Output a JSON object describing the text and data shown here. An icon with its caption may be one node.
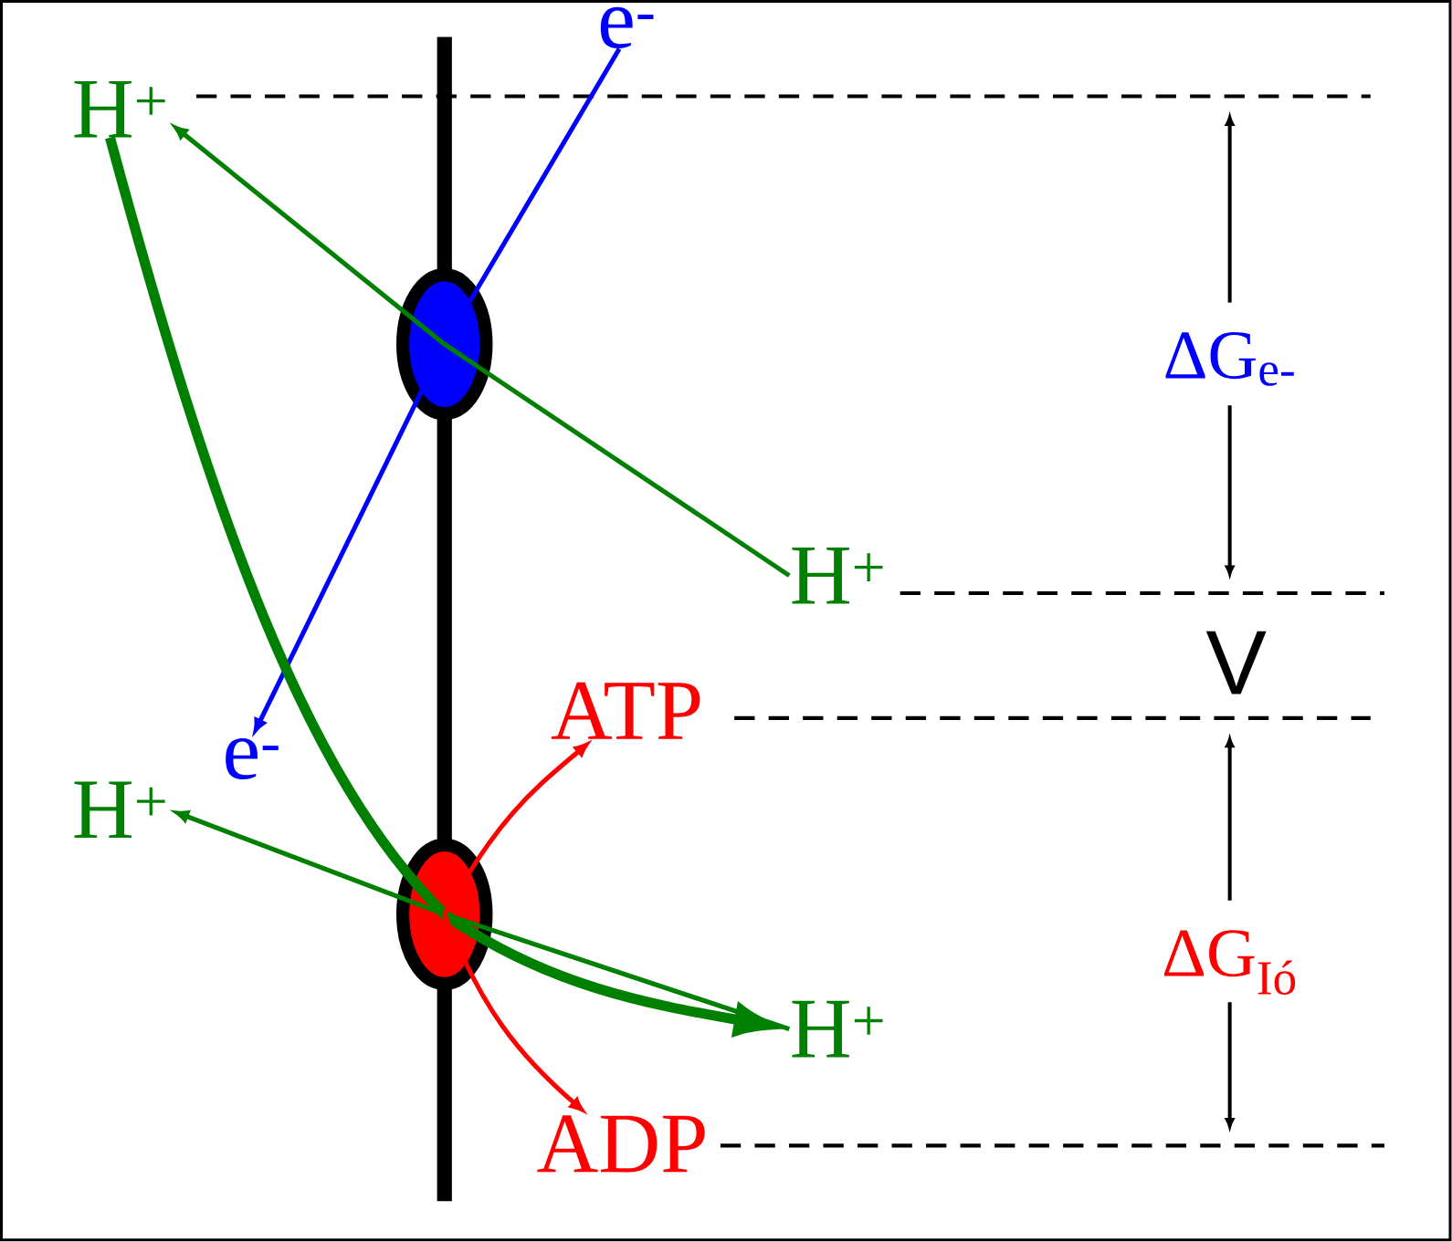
{
  "diagram": {
    "nodes": [
      {
        "text": [
          "H$^{+}$"
        ]
      },
      {
        "text": [
          "e$^{-}$"
        ]
      },
      {
        "text": [],
        "shape": "ellipse"
      },
      {
        "text": [
          "H$^{+}$"
        ]
      },
      {
        "text": [
          "e$^{-}$"
        ]
      },
      {
        "text": [
          "ATP"
        ]
      },
      {
        "text": [
          "H$^{+}$"
        ]
      },
      {
        "text": [],
        "shape": "ellipse"
      },
      {
        "text": [
          "H$^{+}$"
        ]
      },
      {
        "text": [
          "ADP"
        ]
      }
    ],
    "edges": [
      {
        "from": 1,
        "to": 2,
        "arrow": "none",
        "color": "#0000ff"
      },
      {
        "from": 2,
        "to": 4,
        "arrow": "to",
        "color": "#0000ff"
      },
      {
        "from": 3,
        "to": 2,
        "arrow": "none"
      },
      {
        "from": 2,
        "to": 0,
        "arrow": "to"
      },
      {
        "from": 0,
        "to": 7,
        "arrow": "none",
        "style": "thick"
      },
      {
        "from": 7,
        "to": 8,
        "arrow": "to",
        "style": "thick"
      },
      {
        "from": 8,
        "to": 7,
        "arrow": "none"
      },
      {
        "from": 7,
        "to": 6,
        "arrow": "to"
      },
      {
        "from": 7,
        "to": 5,
        "arrow": "to",
        "color": "#ff0000"
      },
      {
        "from": 7,
        "to": 9,
        "arrow": "to",
        "color": "#ff0000"
      }
    ],
    "labels": [
      "ΔG$_{e-}$",
      "V",
      "ΔG$_{Ió}$"
    ]
  }
}
